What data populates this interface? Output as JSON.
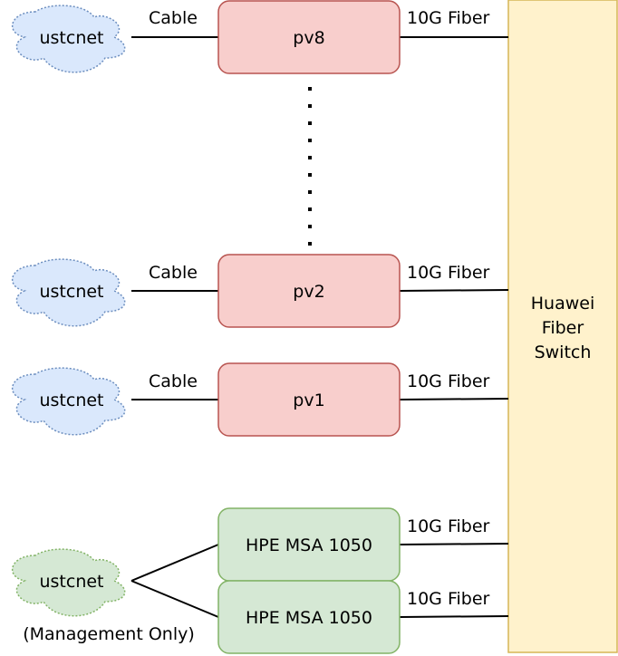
{
  "colors": {
    "server_fill": "#f8cecc",
    "server_stroke": "#b85450",
    "storage_fill": "#d5e8d4",
    "storage_stroke": "#82b366",
    "cloud_fill": "#dae8fc",
    "cloud_stroke": "#6c8ebf",
    "mgmt_cloud_fill": "#d5e8d4",
    "mgmt_cloud_stroke": "#82b366",
    "switch_fill": "#fff2cc",
    "switch_stroke": "#d6b656",
    "line": "#000000"
  },
  "switch": {
    "lines": [
      "Huawei",
      "Fiber",
      "Switch"
    ]
  },
  "servers": [
    {
      "id": "pv8",
      "label": "pv8",
      "cloud_label": "ustcnet",
      "uplink_label": "Cable",
      "fiber_label": "10G Fiber"
    },
    {
      "id": "pv2",
      "label": "pv2",
      "cloud_label": "ustcnet",
      "uplink_label": "Cable",
      "fiber_label": "10G Fiber"
    },
    {
      "id": "pv1",
      "label": "pv1",
      "cloud_label": "ustcnet",
      "uplink_label": "Cable",
      "fiber_label": "10G Fiber"
    }
  ],
  "storage": [
    {
      "id": "msa-a",
      "label": "HPE MSA 1050",
      "fiber_label": "10G Fiber"
    },
    {
      "id": "msa-b",
      "label": "HPE MSA 1050",
      "fiber_label": "10G Fiber"
    }
  ],
  "management": {
    "cloud_label": "ustcnet",
    "note": "(Management Only)"
  }
}
